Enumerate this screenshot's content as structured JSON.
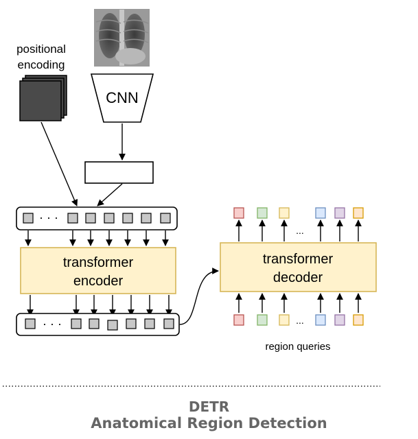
{
  "labels": {
    "positional_encoding_line1": "positional",
    "positional_encoding_line2": "encoding",
    "cnn": "CNN",
    "encoder_line1": "transformer",
    "encoder_line2": "encoder",
    "decoder_line1": "transformer",
    "decoder_line2": "decoder",
    "ellipsis_dots": "· · ·",
    "ellipsis_small": "...",
    "region_queries": "region queries"
  },
  "caption": {
    "title": "DETR",
    "subtitle": "Anatomical Region Detection"
  },
  "colors": {
    "transformer_fill": "#fff2cc",
    "transformer_stroke": "#d6b656",
    "token_fill": "#c8c8c8",
    "pos_enc_fill": "#4a4a4a",
    "query_red": "#f8cecc",
    "query_red_stroke": "#b85450",
    "query_green": "#d5e8d4",
    "query_green_stroke": "#82b366",
    "query_yellow": "#fff2cc",
    "query_yellow_stroke": "#d6b656",
    "query_blue": "#dae8fc",
    "query_blue_stroke": "#6c8ebf",
    "query_purple": "#e1d5e7",
    "query_purple_stroke": "#9673a6",
    "query_orange": "#ffe6cc",
    "query_orange_stroke": "#d79b00"
  },
  "icons": {
    "xray": "chest-xray-icon"
  }
}
